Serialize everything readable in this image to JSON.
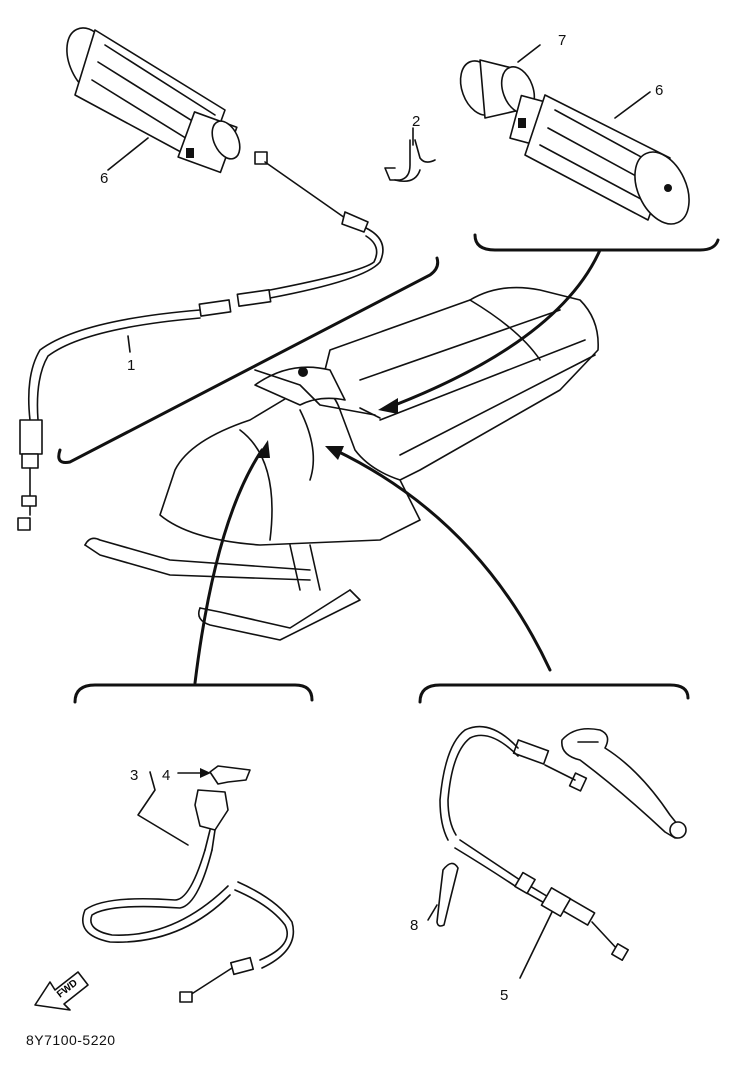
{
  "callouts": {
    "c1": "1",
    "c2": "2",
    "c3": "3",
    "c4": "4",
    "c5": "5",
    "c6a": "6",
    "c6b": "6",
    "c7": "7",
    "c8": "8"
  },
  "arrow_label": "FWD",
  "drawing_code": "8Y7100-5220"
}
